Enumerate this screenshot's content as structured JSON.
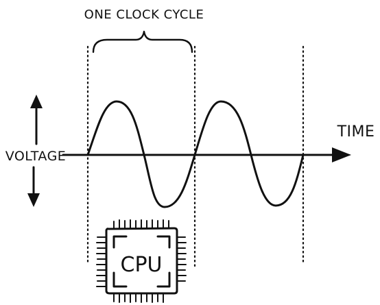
{
  "diagram": {
    "cycle_label": "ONE CLOCK CYCLE",
    "time_label": "TIME",
    "voltage_label": "VOLTAGE",
    "cpu_label": "CPU",
    "ink_color": "#111111",
    "background_color": "#ffffff"
  }
}
